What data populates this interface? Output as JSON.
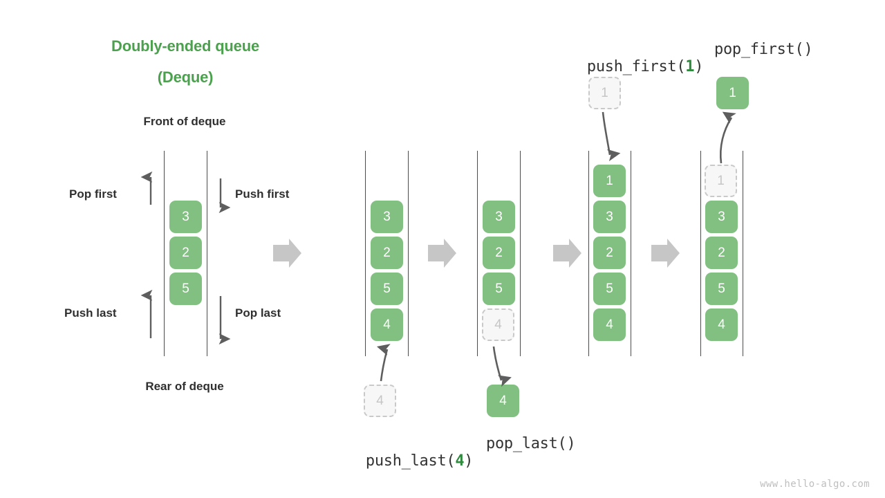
{
  "title": {
    "line1": "Doubly-ended queue",
    "line2": "(Deque)"
  },
  "labels": {
    "front": "Front of deque",
    "rear": "Rear of deque",
    "pop_first": "Pop first",
    "push_first": "Push first",
    "push_last": "Push last",
    "pop_last": "Pop last"
  },
  "captions": {
    "push_last": {
      "name": "push_last(",
      "arg": "4",
      "close": ")"
    },
    "pop_last": {
      "full": "pop_last()"
    },
    "push_first": {
      "name": "push_first(",
      "arg": "1",
      "close": ")"
    },
    "pop_first": {
      "full": "pop_first()"
    }
  },
  "colors": {
    "accent_green": "#4CA14E",
    "box_green": "#81C081",
    "ghost_fill": "#F7F7F7",
    "ghost_border": "#C9C9C9",
    "ghost_text": "#C6C6C6",
    "rail": "#4a4a4a",
    "arrow_gray": "#5e5e5e",
    "block_arrow": "#C6C6C6",
    "text_dark": "#2F2F2F",
    "watermark": "#BEBEBE"
  },
  "panels": [
    {
      "id": "panel-initial",
      "items": [
        "3",
        "2",
        "5"
      ]
    },
    {
      "id": "panel-push-last",
      "items": [
        "3",
        "2",
        "5",
        "4"
      ]
    },
    {
      "id": "panel-pop-last",
      "items": [
        "3",
        "2",
        "5",
        "4"
      ]
    },
    {
      "id": "panel-push-first",
      "items": [
        "1",
        "3",
        "2",
        "5",
        "4"
      ]
    },
    {
      "id": "panel-pop-first",
      "items": [
        "1",
        "3",
        "2",
        "5",
        "4"
      ]
    }
  ],
  "floating_boxes": {
    "push_last_source": "4",
    "pop_last_result": "4",
    "push_first_source": "1",
    "pop_first_result": "1"
  },
  "watermark": "www.hello-algo.com"
}
